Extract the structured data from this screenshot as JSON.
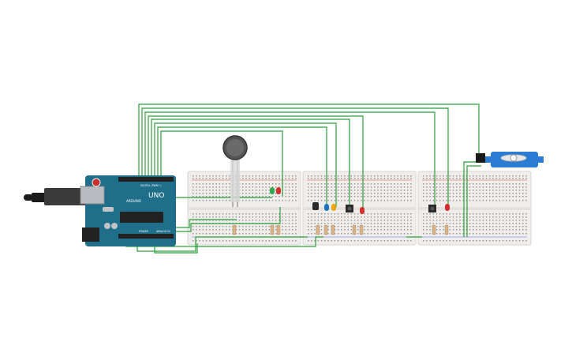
{
  "arduino": {
    "brand": "UNO",
    "logo": "ARDUINO",
    "digital_label": "DIGITAL (PWM~)",
    "power_label": "POWER",
    "analog_label": "ANALOG IN",
    "board_color": "#1f6f8b",
    "header_color": "#222222"
  },
  "breadboards": [
    {
      "label": "breadboard-1"
    },
    {
      "label": "breadboard-2"
    },
    {
      "label": "breadboard-3"
    }
  ],
  "components": {
    "force_sensor": "force-sensitive-resistor",
    "leds": [
      {
        "color": "#2fa84f"
      },
      {
        "color": "#d32f2f"
      },
      {
        "color": "#1e73be"
      },
      {
        "color": "#f0a500"
      },
      {
        "color": "#d32f2f"
      },
      {
        "color": "#d32f2f"
      }
    ],
    "servo_color": "#2b7cd3"
  },
  "colors": {
    "wire": "#2e9e3b",
    "breadboard": "#f0eeec",
    "rail_red": "#d94c4c",
    "rail_blue": "#4c6fd9",
    "resistor": "#d9b48a"
  }
}
